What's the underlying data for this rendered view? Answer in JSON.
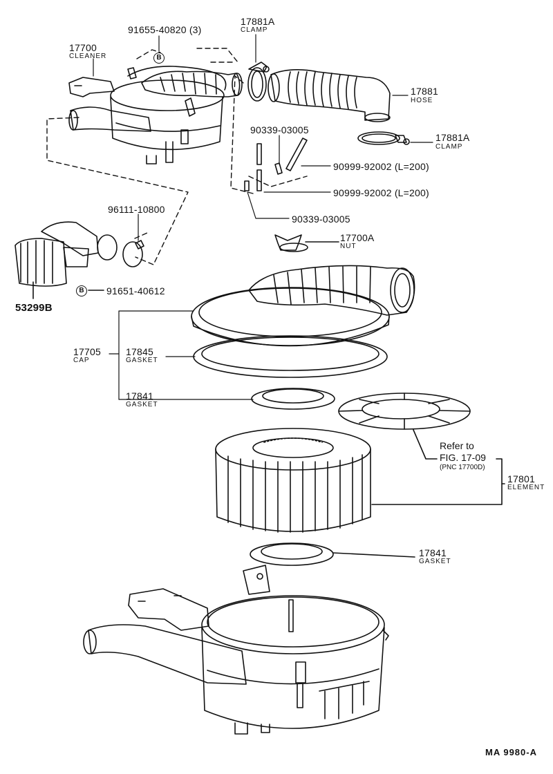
{
  "drawing_code": "MA  9980-A",
  "b_marker": "B",
  "parts": {
    "p17700": {
      "number": "17700",
      "name": "CLEANER"
    },
    "p91655": {
      "number": "91655-40820 (3)"
    },
    "p17881a_top": {
      "number": "17881A",
      "name": "CLAMP"
    },
    "p17881": {
      "number": "17881",
      "name": "HOSE"
    },
    "p17881a_side": {
      "number": "17881A",
      "name": "CLAMP"
    },
    "p90339a": {
      "number": "90339-03005"
    },
    "p90999a": {
      "number": "90999-92002 (L=200)"
    },
    "p90999b": {
      "number": "90999-92002 (L=200)"
    },
    "p90339b": {
      "number": "90339-03005"
    },
    "p96111": {
      "number": "96111-10800"
    },
    "p17700a": {
      "number": "17700A",
      "name": "NUT"
    },
    "p53299b": {
      "number": "53299B"
    },
    "p91651": {
      "number": "91651-40612"
    },
    "p17705": {
      "number": "17705",
      "name": "CAP"
    },
    "p17845": {
      "number": "17845",
      "name": "GASKET"
    },
    "p17841a": {
      "number": "17841",
      "name": "GASKET"
    },
    "p17801": {
      "number": "17801",
      "name": "ELEMENT"
    },
    "p17841b": {
      "number": "17841",
      "name": "GASKET"
    }
  },
  "reference": {
    "line1": "Refer to",
    "line2": "FIG. 17-09",
    "line3": "(PNC 17700D)"
  }
}
